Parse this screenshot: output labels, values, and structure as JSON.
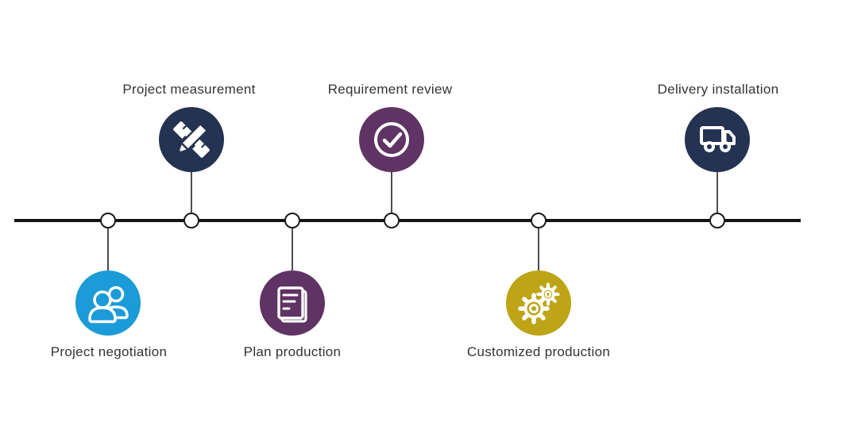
{
  "timeline": {
    "axis_color": "#141414",
    "connector_color": "#4d4d4d",
    "node_fill": "#ffffff",
    "node_border": "#1a1a1a",
    "icon_color": "#ffffff",
    "label_color": "#333333",
    "milestones": [
      {
        "label": "Project negotiation",
        "side": "bottom",
        "icon": "people-icon",
        "color": "#1b9bd7"
      },
      {
        "label": "Project measurement",
        "side": "top",
        "icon": "ruler-pencil-icon",
        "color": "#243352"
      },
      {
        "label": "Plan production",
        "side": "bottom",
        "icon": "document-icon",
        "color": "#5f3363"
      },
      {
        "label": "Requirement review",
        "side": "top",
        "icon": "check-circle-icon",
        "color": "#5f3363"
      },
      {
        "label": "Customized production",
        "side": "bottom",
        "icon": "gears-icon",
        "color": "#bea417"
      },
      {
        "label": "Delivery installation",
        "side": "top",
        "icon": "truck-icon",
        "color": "#243352"
      }
    ]
  }
}
